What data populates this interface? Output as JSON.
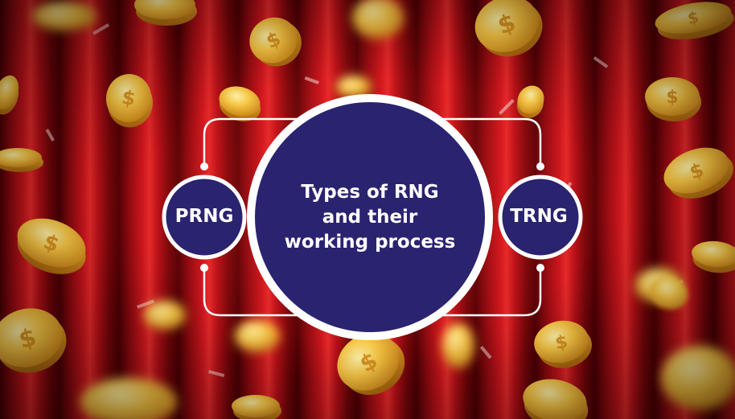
{
  "diagram": {
    "center": {
      "lines": [
        "Types of RNG",
        "and their",
        "working process"
      ]
    },
    "left_node": {
      "label": "PRNG"
    },
    "right_node": {
      "label": "TRNG"
    }
  },
  "colors": {
    "node_fill": "#2a2370",
    "node_border": "#ffffff",
    "connector": "#ffffff",
    "coin_gold": "#f2b634",
    "curtain_red": "#c9161d"
  }
}
